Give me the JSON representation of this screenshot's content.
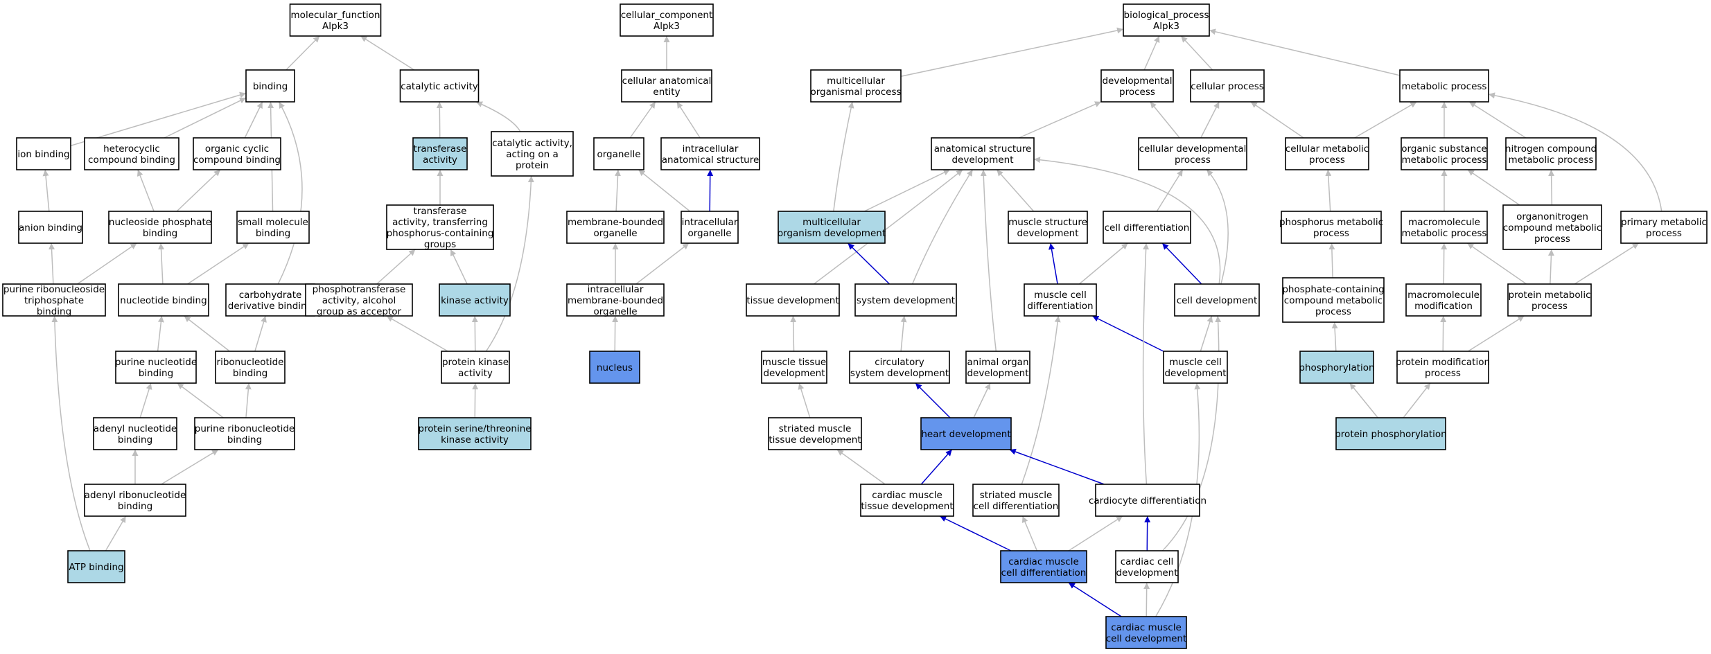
{
  "colors": {
    "node_default": "#ffffff",
    "node_light": "#add8e6",
    "node_focus": "#6495ed",
    "edge_gray": "#bdbdbd",
    "edge_blue": "#0000cd"
  },
  "nodes": [
    {
      "id": "mf",
      "lines": [
        "molecular_function",
        "Alpk3"
      ],
      "fill": "white"
    },
    {
      "id": "binding",
      "lines": [
        "binding"
      ],
      "fill": "white"
    },
    {
      "id": "catalytic",
      "lines": [
        "catalytic activity"
      ],
      "fill": "white"
    },
    {
      "id": "ionbind",
      "lines": [
        "ion binding"
      ],
      "fill": "white"
    },
    {
      "id": "hetero",
      "lines": [
        "heterocyclic",
        "compound binding"
      ],
      "fill": "white"
    },
    {
      "id": "orgcyc",
      "lines": [
        "organic cyclic",
        "compound binding"
      ],
      "fill": "white"
    },
    {
      "id": "transferase",
      "lines": [
        "transferase",
        "activity"
      ],
      "fill": "light"
    },
    {
      "id": "catprot",
      "lines": [
        "catalytic activity,",
        "acting on a",
        "protein"
      ],
      "fill": "white"
    },
    {
      "id": "anion",
      "lines": [
        "anion binding"
      ],
      "fill": "white"
    },
    {
      "id": "nucphos",
      "lines": [
        "nucleoside phosphate",
        "binding"
      ],
      "fill": "white"
    },
    {
      "id": "smallmol",
      "lines": [
        "small molecule",
        "binding"
      ],
      "fill": "white"
    },
    {
      "id": "transphos",
      "lines": [
        "transferase",
        "activity, transferring",
        "phosphorus-containing",
        "groups"
      ],
      "fill": "white"
    },
    {
      "id": "purrntp",
      "lines": [
        "purine ribonucleoside",
        "triphosphate",
        "binding"
      ],
      "fill": "white"
    },
    {
      "id": "nucleotide",
      "lines": [
        "nucleotide binding"
      ],
      "fill": "white"
    },
    {
      "id": "carbo",
      "lines": [
        "carbohydrate",
        "derivative binding"
      ],
      "fill": "white"
    },
    {
      "id": "phosphotrans",
      "lines": [
        "phosphotransferase",
        "activity, alcohol",
        "group as acceptor"
      ],
      "fill": "white"
    },
    {
      "id": "kinase",
      "lines": [
        "kinase activity"
      ],
      "fill": "light"
    },
    {
      "id": "purnuc",
      "lines": [
        "purine nucleotide",
        "binding"
      ],
      "fill": "white"
    },
    {
      "id": "ribonuc",
      "lines": [
        "ribonucleotide",
        "binding"
      ],
      "fill": "white"
    },
    {
      "id": "protkin",
      "lines": [
        "protein kinase",
        "activity"
      ],
      "fill": "white"
    },
    {
      "id": "adenylnuc",
      "lines": [
        "adenyl nucleotide",
        "binding"
      ],
      "fill": "white"
    },
    {
      "id": "purribo",
      "lines": [
        "purine ribonucleotide",
        "binding"
      ],
      "fill": "white"
    },
    {
      "id": "serthr",
      "lines": [
        "protein serine/threonine",
        "kinase activity"
      ],
      "fill": "light"
    },
    {
      "id": "adenylribo",
      "lines": [
        "adenyl ribonucleotide",
        "binding"
      ],
      "fill": "white"
    },
    {
      "id": "atp",
      "lines": [
        "ATP binding"
      ],
      "fill": "light"
    },
    {
      "id": "cc",
      "lines": [
        "cellular_component",
        "Alpk3"
      ],
      "fill": "white"
    },
    {
      "id": "cae",
      "lines": [
        "cellular anatomical",
        "entity"
      ],
      "fill": "white"
    },
    {
      "id": "organelle",
      "lines": [
        "organelle"
      ],
      "fill": "white"
    },
    {
      "id": "ias",
      "lines": [
        "intracellular",
        "anatomical structure"
      ],
      "fill": "white"
    },
    {
      "id": "mbo",
      "lines": [
        "membrane-bounded",
        "organelle"
      ],
      "fill": "white"
    },
    {
      "id": "io",
      "lines": [
        "intracellular",
        "organelle"
      ],
      "fill": "white"
    },
    {
      "id": "imbo",
      "lines": [
        "intracellular",
        "membrane-bounded",
        "organelle"
      ],
      "fill": "white"
    },
    {
      "id": "nucleus",
      "lines": [
        "nucleus"
      ],
      "fill": "focus"
    },
    {
      "id": "bp",
      "lines": [
        "biological_process",
        "Alpk3"
      ],
      "fill": "white"
    },
    {
      "id": "mop",
      "lines": [
        "multicellular",
        "organismal process"
      ],
      "fill": "white"
    },
    {
      "id": "devproc",
      "lines": [
        "developmental",
        "process"
      ],
      "fill": "white"
    },
    {
      "id": "cellproc",
      "lines": [
        "cellular process"
      ],
      "fill": "white"
    },
    {
      "id": "metab",
      "lines": [
        "metabolic process"
      ],
      "fill": "white"
    },
    {
      "id": "asd",
      "lines": [
        "anatomical structure",
        "development"
      ],
      "fill": "white"
    },
    {
      "id": "cdp",
      "lines": [
        "cellular developmental",
        "process"
      ],
      "fill": "white"
    },
    {
      "id": "cmp",
      "lines": [
        "cellular metabolic",
        "process"
      ],
      "fill": "white"
    },
    {
      "id": "osmp",
      "lines": [
        "organic substance",
        "metabolic process"
      ],
      "fill": "white"
    },
    {
      "id": "ncmp",
      "lines": [
        "nitrogen compound",
        "metabolic process"
      ],
      "fill": "white"
    },
    {
      "id": "mod",
      "lines": [
        "multicellular",
        "organism development"
      ],
      "fill": "light"
    },
    {
      "id": "msd",
      "lines": [
        "muscle structure",
        "development"
      ],
      "fill": "white"
    },
    {
      "id": "celldiff",
      "lines": [
        "cell differentiation"
      ],
      "fill": "white"
    },
    {
      "id": "pmp",
      "lines": [
        "phosphorus metabolic",
        "process"
      ],
      "fill": "white"
    },
    {
      "id": "mmp",
      "lines": [
        "macromolecule",
        "metabolic process"
      ],
      "fill": "white"
    },
    {
      "id": "oncmp",
      "lines": [
        "organonitrogen",
        "compound metabolic",
        "process"
      ],
      "fill": "white"
    },
    {
      "id": "primp",
      "lines": [
        "primary metabolic",
        "process"
      ],
      "fill": "white"
    },
    {
      "id": "tissuedev",
      "lines": [
        "tissue development"
      ],
      "fill": "white"
    },
    {
      "id": "sysdev",
      "lines": [
        "system development"
      ],
      "fill": "white"
    },
    {
      "id": "mcdiff",
      "lines": [
        "muscle cell",
        "differentiation"
      ],
      "fill": "white"
    },
    {
      "id": "celldev",
      "lines": [
        "cell development"
      ],
      "fill": "white"
    },
    {
      "id": "pccmp",
      "lines": [
        "phosphate-containing",
        "compound metabolic",
        "process"
      ],
      "fill": "white"
    },
    {
      "id": "macromod",
      "lines": [
        "macromolecule",
        "modification"
      ],
      "fill": "white"
    },
    {
      "id": "protmp",
      "lines": [
        "protein metabolic",
        "process"
      ],
      "fill": "white"
    },
    {
      "id": "mtd",
      "lines": [
        "muscle tissue",
        "development"
      ],
      "fill": "white"
    },
    {
      "id": "circ",
      "lines": [
        "circulatory",
        "system development"
      ],
      "fill": "white"
    },
    {
      "id": "aod",
      "lines": [
        "animal organ",
        "development"
      ],
      "fill": "white"
    },
    {
      "id": "mcdev",
      "lines": [
        "muscle cell",
        "development"
      ],
      "fill": "white"
    },
    {
      "id": "phosph",
      "lines": [
        "phosphorylation"
      ],
      "fill": "light"
    },
    {
      "id": "pmodproc",
      "lines": [
        "protein modification",
        "process"
      ],
      "fill": "white"
    },
    {
      "id": "smtd",
      "lines": [
        "striated muscle",
        "tissue development"
      ],
      "fill": "white"
    },
    {
      "id": "heart",
      "lines": [
        "heart development"
      ],
      "fill": "focus"
    },
    {
      "id": "protphos",
      "lines": [
        "protein phosphorylation"
      ],
      "fill": "light"
    },
    {
      "id": "cmtd",
      "lines": [
        "cardiac muscle",
        "tissue development"
      ],
      "fill": "white"
    },
    {
      "id": "smcd",
      "lines": [
        "striated muscle",
        "cell differentiation"
      ],
      "fill": "white"
    },
    {
      "id": "cardiodiff",
      "lines": [
        "cardiocyte differentiation"
      ],
      "fill": "white"
    },
    {
      "id": "cmcdiff",
      "lines": [
        "cardiac muscle",
        "cell differentiation"
      ],
      "fill": "focus"
    },
    {
      "id": "ccdev",
      "lines": [
        "cardiac cell",
        "development"
      ],
      "fill": "white"
    },
    {
      "id": "cmcdev",
      "lines": [
        "cardiac muscle",
        "cell development"
      ],
      "fill": "focus"
    }
  ],
  "edges": [
    [
      "binding",
      "mf",
      "gray"
    ],
    [
      "catalytic",
      "mf",
      "gray"
    ],
    [
      "ionbind",
      "binding",
      "gray"
    ],
    [
      "hetero",
      "binding",
      "gray"
    ],
    [
      "orgcyc",
      "binding",
      "gray"
    ],
    [
      "smallmol",
      "binding",
      "gray"
    ],
    [
      "carbo",
      "binding",
      "gray"
    ],
    [
      "transferase",
      "catalytic",
      "gray"
    ],
    [
      "catprot",
      "catalytic",
      "gray"
    ],
    [
      "anion",
      "ionbind",
      "gray"
    ],
    [
      "nucphos",
      "hetero",
      "gray"
    ],
    [
      "nucphos",
      "orgcyc",
      "gray"
    ],
    [
      "transphos",
      "transferase",
      "gray"
    ],
    [
      "purrntp",
      "anion",
      "gray"
    ],
    [
      "purrntp",
      "nucphos",
      "gray"
    ],
    [
      "nucleotide",
      "nucphos",
      "gray"
    ],
    [
      "nucleotide",
      "smallmol",
      "gray"
    ],
    [
      "phosphotrans",
      "transphos",
      "gray"
    ],
    [
      "kinase",
      "transphos",
      "gray"
    ],
    [
      "purnuc",
      "nucleotide",
      "gray"
    ],
    [
      "ribonuc",
      "nucleotide",
      "gray"
    ],
    [
      "ribonuc",
      "carbo",
      "gray"
    ],
    [
      "protkin",
      "phosphotrans",
      "gray"
    ],
    [
      "protkin",
      "kinase",
      "gray"
    ],
    [
      "protkin",
      "catprot",
      "gray"
    ],
    [
      "adenylnuc",
      "purnuc",
      "gray"
    ],
    [
      "purribo",
      "purnuc",
      "gray"
    ],
    [
      "purribo",
      "ribonuc",
      "gray"
    ],
    [
      "serthr",
      "protkin",
      "gray"
    ],
    [
      "adenylribo",
      "adenylnuc",
      "gray"
    ],
    [
      "adenylribo",
      "purribo",
      "gray"
    ],
    [
      "atp",
      "purrntp",
      "gray"
    ],
    [
      "atp",
      "adenylribo",
      "gray"
    ],
    [
      "cae",
      "cc",
      "gray"
    ],
    [
      "organelle",
      "cae",
      "gray"
    ],
    [
      "ias",
      "cae",
      "gray"
    ],
    [
      "mbo",
      "organelle",
      "gray"
    ],
    [
      "io",
      "organelle",
      "gray"
    ],
    [
      "io",
      "ias",
      "blue"
    ],
    [
      "imbo",
      "mbo",
      "gray"
    ],
    [
      "imbo",
      "io",
      "gray"
    ],
    [
      "nucleus",
      "imbo",
      "gray"
    ],
    [
      "mop",
      "bp",
      "gray"
    ],
    [
      "devproc",
      "bp",
      "gray"
    ],
    [
      "cellproc",
      "bp",
      "gray"
    ],
    [
      "metab",
      "bp",
      "gray"
    ],
    [
      "asd",
      "devproc",
      "gray"
    ],
    [
      "cdp",
      "devproc",
      "gray"
    ],
    [
      "cdp",
      "cellproc",
      "gray"
    ],
    [
      "cmp",
      "cellproc",
      "gray"
    ],
    [
      "cmp",
      "metab",
      "gray"
    ],
    [
      "osmp",
      "metab",
      "gray"
    ],
    [
      "ncmp",
      "metab",
      "gray"
    ],
    [
      "primp",
      "metab",
      "gray"
    ],
    [
      "mod",
      "mop",
      "gray"
    ],
    [
      "mod",
      "asd",
      "gray"
    ],
    [
      "msd",
      "asd",
      "gray"
    ],
    [
      "celldiff",
      "cdp",
      "gray"
    ],
    [
      "pmp",
      "cmp",
      "gray"
    ],
    [
      "mmp",
      "osmp",
      "gray"
    ],
    [
      "oncmp",
      "osmp",
      "gray"
    ],
    [
      "oncmp",
      "ncmp",
      "gray"
    ],
    [
      "tissuedev",
      "asd",
      "gray"
    ],
    [
      "sysdev",
      "asd",
      "gray"
    ],
    [
      "sysdev",
      "mod",
      "blue"
    ],
    [
      "mcdiff",
      "msd",
      "blue"
    ],
    [
      "mcdiff",
      "celldiff",
      "gray"
    ],
    [
      "celldev",
      "asd",
      "gray"
    ],
    [
      "celldev",
      "cdp",
      "gray"
    ],
    [
      "celldev",
      "celldiff",
      "blue"
    ],
    [
      "pccmp",
      "pmp",
      "gray"
    ],
    [
      "macromod",
      "mmp",
      "gray"
    ],
    [
      "protmp",
      "mmp",
      "gray"
    ],
    [
      "protmp",
      "oncmp",
      "gray"
    ],
    [
      "protmp",
      "primp",
      "gray"
    ],
    [
      "mtd",
      "tissuedev",
      "gray"
    ],
    [
      "circ",
      "sysdev",
      "gray"
    ],
    [
      "aod",
      "asd",
      "gray"
    ],
    [
      "mcdev",
      "mcdiff",
      "blue"
    ],
    [
      "mcdev",
      "celldev",
      "gray"
    ],
    [
      "phosph",
      "pccmp",
      "gray"
    ],
    [
      "pmodproc",
      "macromod",
      "gray"
    ],
    [
      "pmodproc",
      "protmp",
      "gray"
    ],
    [
      "smtd",
      "mtd",
      "gray"
    ],
    [
      "heart",
      "circ",
      "blue"
    ],
    [
      "heart",
      "aod",
      "gray"
    ],
    [
      "protphos",
      "phosph",
      "gray"
    ],
    [
      "protphos",
      "pmodproc",
      "gray"
    ],
    [
      "cmtd",
      "smtd",
      "gray"
    ],
    [
      "cmtd",
      "heart",
      "blue"
    ],
    [
      "smcd",
      "mcdiff",
      "gray"
    ],
    [
      "cardiodiff",
      "heart",
      "blue"
    ],
    [
      "cardiodiff",
      "celldiff",
      "gray"
    ],
    [
      "cmcdiff",
      "cmtd",
      "blue"
    ],
    [
      "cmcdiff",
      "smcd",
      "gray"
    ],
    [
      "cmcdiff",
      "cardiodiff",
      "gray"
    ],
    [
      "ccdev",
      "cardiodiff",
      "blue"
    ],
    [
      "ccdev",
      "celldev",
      "gray"
    ],
    [
      "cmcdev",
      "cmcdiff",
      "blue"
    ],
    [
      "cmcdev",
      "ccdev",
      "gray"
    ],
    [
      "cmcdev",
      "mcdev",
      "gray"
    ]
  ]
}
